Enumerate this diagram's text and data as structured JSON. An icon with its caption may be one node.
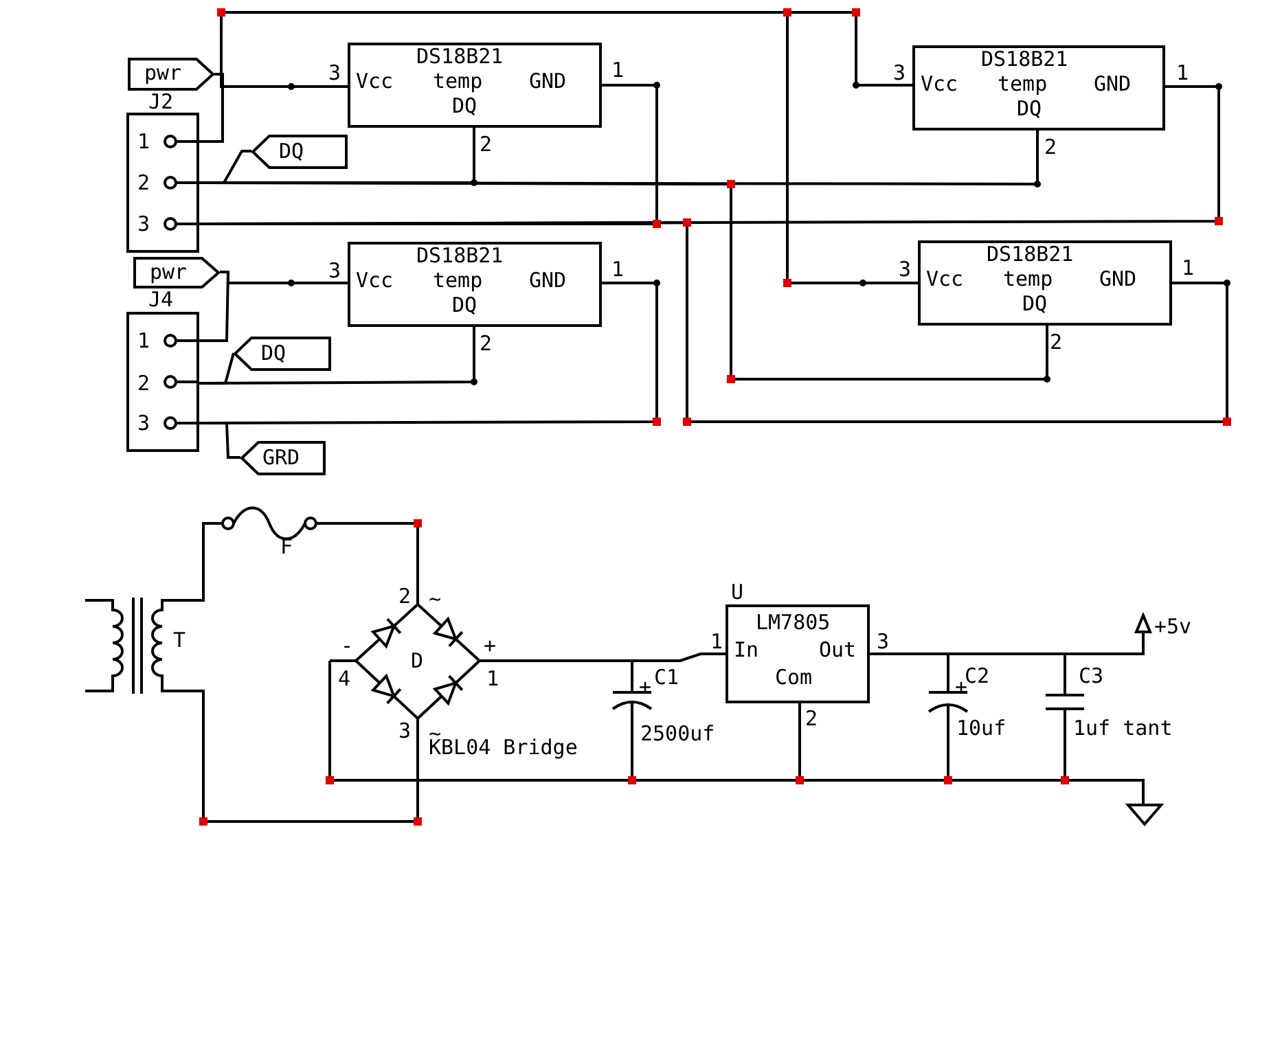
{
  "diagram": {
    "nodes": [
      {
        "text": [
          "pwr"
        ]
      },
      {
        "text": [
          "J2",
          "1",
          "2",
          "3"
        ]
      },
      {
        "text": [
          "DQ"
        ]
      },
      {
        "text": [
          "DS18B21",
          "Vcc",
          "temp",
          "GND",
          "DQ"
        ],
        "beside": [
          "3",
          "1",
          "2"
        ]
      },
      {
        "text": [
          "pwr"
        ]
      },
      {
        "text": [
          "J4",
          "1",
          "2",
          "3"
        ]
      },
      {
        "text": [
          "DQ"
        ]
      },
      {
        "text": [
          "GRD"
        ]
      },
      {
        "text": [
          "DS18B21",
          "Vcc",
          "temp",
          "GND",
          "DQ"
        ],
        "beside": [
          "3",
          "1",
          "2"
        ]
      },
      {
        "text": [
          "DS18B21",
          "Vcc",
          "temp",
          "GND",
          "DQ"
        ],
        "beside": [
          "3",
          "1",
          "2"
        ]
      },
      {
        "text": [
          "DS18B21",
          "Vcc",
          "temp",
          "GND",
          "DQ"
        ],
        "beside": [
          "3",
          "1",
          "2"
        ]
      },
      {
        "text": [
          "T"
        ]
      },
      {
        "text": [
          "F"
        ]
      },
      {
        "text": [
          "2",
          "~",
          "-",
          "4",
          "D",
          "+",
          "1",
          "3",
          "~",
          "KBL04 Bridge"
        ]
      },
      {
        "text": [
          "C1",
          "+",
          "2500uf"
        ]
      },
      {
        "text": [
          "U",
          "LM7805",
          "In",
          "Out",
          "Com"
        ],
        "beside": [
          "1",
          "3",
          "2"
        ]
      },
      {
        "text": [
          "C2",
          "+",
          "10uf"
        ]
      },
      {
        "text": [
          "C3",
          "1uf tant"
        ]
      },
      {
        "text": [
          "+5v"
        ]
      },
      {
        "text": [],
        "shape": "triangle"
      }
    ],
    "edges": [
      {
        "from": 0,
        "to": 3,
        "arrow": "none"
      },
      {
        "from": 0,
        "to": 1,
        "arrow": "none"
      },
      {
        "from": 0,
        "to": 9,
        "arrow": "none"
      },
      {
        "from": 0,
        "to": 10,
        "arrow": "none"
      },
      {
        "from": 1,
        "to": 2,
        "arrow": "none"
      },
      {
        "from": 1,
        "to": 3,
        "arrow": "none"
      },
      {
        "from": 1,
        "to": 9,
        "arrow": "none"
      },
      {
        "from": 1,
        "to": 10,
        "arrow": "none"
      },
      {
        "from": 1,
        "to": 3,
        "arrow": "none"
      },
      {
        "from": 1,
        "to": 9,
        "arrow": "none"
      },
      {
        "from": 1,
        "to": 10,
        "arrow": "none"
      },
      {
        "from": 4,
        "to": 8,
        "arrow": "none"
      },
      {
        "from": 4,
        "to": 5,
        "arrow": "none"
      },
      {
        "from": 5,
        "to": 6,
        "arrow": "none"
      },
      {
        "from": 5,
        "to": 8,
        "arrow": "none"
      },
      {
        "from": 5,
        "to": 7,
        "arrow": "none"
      },
      {
        "from": 5,
        "to": 8,
        "arrow": "none"
      },
      {
        "from": 11,
        "to": 12,
        "arrow": "none"
      },
      {
        "from": 12,
        "to": 13,
        "arrow": "none"
      },
      {
        "from": 11,
        "to": 13,
        "arrow": "none"
      },
      {
        "from": 13,
        "to": 14,
        "arrow": "none"
      },
      {
        "from": 14,
        "to": 15,
        "arrow": "none"
      },
      {
        "from": 13,
        "to": 14,
        "arrow": "none"
      },
      {
        "from": 14,
        "to": 15,
        "arrow": "none"
      },
      {
        "from": 15,
        "to": 16,
        "arrow": "none"
      },
      {
        "from": 15,
        "to": 16,
        "arrow": "none"
      },
      {
        "from": 16,
        "to": 17,
        "arrow": "none"
      },
      {
        "from": 16,
        "to": 17,
        "arrow": "none"
      },
      {
        "from": 17,
        "to": 18,
        "arrow": "none"
      },
      {
        "from": 17,
        "to": 19,
        "arrow": "none"
      }
    ]
  }
}
